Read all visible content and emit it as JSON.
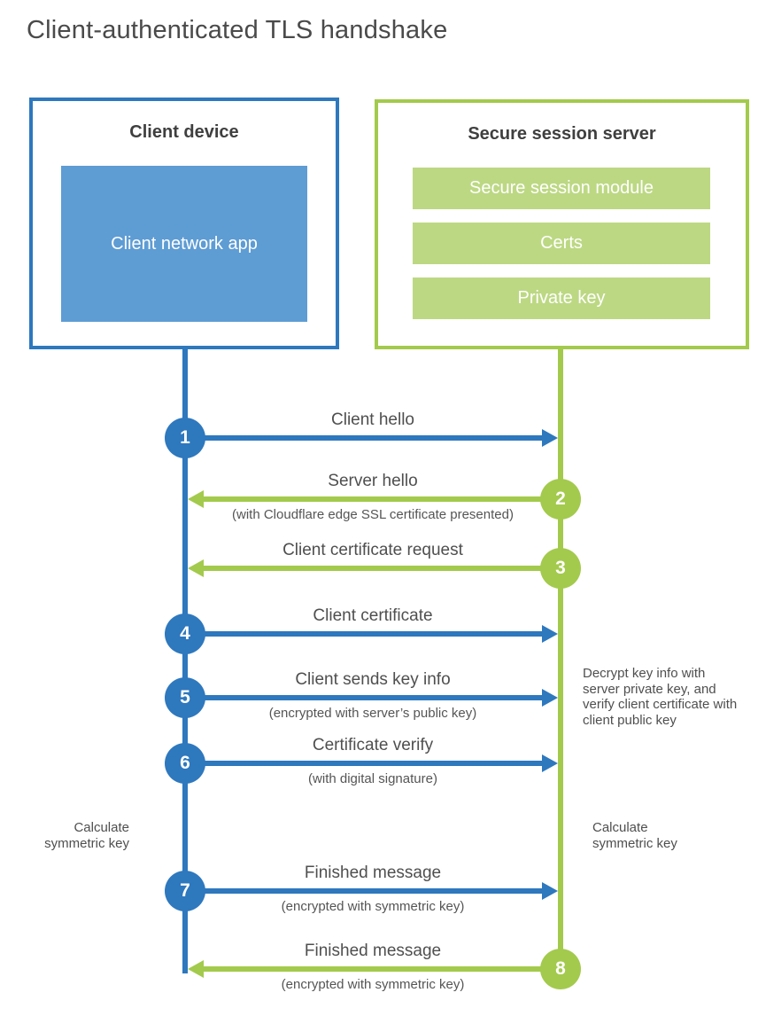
{
  "title": "Client-authenticated TLS handshake",
  "colors": {
    "blue_line": "#2e78be",
    "blue_fill": "#5e9cd4",
    "green_line": "#a3ca4c",
    "green_fill": "#bcd883",
    "heading_text": "#3f3f3f",
    "label_text": "#4f4f4f"
  },
  "client": {
    "title": "Client device",
    "app_label": "Client network app"
  },
  "server": {
    "title": "Secure session server",
    "modules": [
      "Secure session module",
      "Certs",
      "Private key"
    ]
  },
  "steps": [
    {
      "number": "1",
      "label": "Client hello",
      "sublabel": "",
      "direction": "client-to-server"
    },
    {
      "number": "2",
      "label": "Server hello",
      "sublabel": "(with Cloudflare edge SSL certificate presented)",
      "direction": "server-to-client"
    },
    {
      "number": "3",
      "label": "Client certificate request",
      "sublabel": "",
      "direction": "server-to-client"
    },
    {
      "number": "4",
      "label": "Client certificate",
      "sublabel": "",
      "direction": "client-to-server"
    },
    {
      "number": "5",
      "label": "Client sends key info",
      "sublabel": "(encrypted with server’s public key)",
      "direction": "client-to-server"
    },
    {
      "number": "6",
      "label": "Certificate verify",
      "sublabel": "(with digital signature)",
      "direction": "client-to-server"
    },
    {
      "number": "7",
      "label": "Finished message",
      "sublabel": "(encrypted with symmetric key)",
      "direction": "client-to-server"
    },
    {
      "number": "8",
      "label": "Finished message",
      "sublabel": "(encrypted with symmetric key)",
      "direction": "server-to-client"
    }
  ],
  "annotations": {
    "decrypt": "Decrypt key info with server private key, and verify client certificate with client public key",
    "calc_client": "Calculate symmetric key",
    "calc_server": "Calculate symmetric key"
  }
}
